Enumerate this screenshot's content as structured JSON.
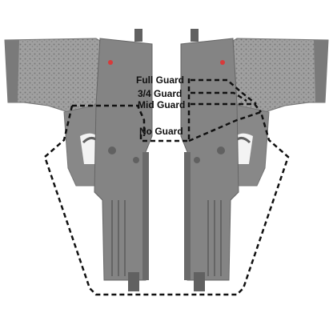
{
  "colors": {
    "background": "#ffffff",
    "gun_body": "#6b6b6b",
    "gun_dark": "#3f3f3f",
    "gun_grip": "#8a8a8a",
    "outline_dash": "#111111",
    "label_text": "#111111",
    "sight_dot": "#d01010"
  },
  "guard_levels": {
    "full": "Full Guard",
    "three_quarter": "3/4 Guard",
    "mid": "Mid Guard",
    "none": "No Guard"
  }
}
